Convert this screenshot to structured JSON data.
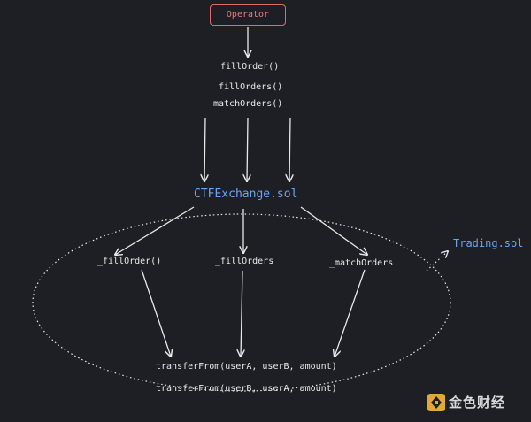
{
  "operator": "Operator",
  "calls": [
    "fillOrder()",
    "fillOrders()",
    "matchOrders()"
  ],
  "contract": "CTFExchange.sol",
  "internal": [
    "_fillOrder()",
    "_fillOrders",
    "_matchOrders"
  ],
  "transfers": [
    "transferFrom(userA, userB, amount)",
    "transferFrom(userB, userA, amount)"
  ],
  "module": "Trading.sol",
  "watermark": {
    "text": "金色财经"
  },
  "colors": {
    "background": "#1e1f24",
    "operator": "#e06a6a",
    "contract": "#6aa6f0",
    "text": "#e9e9e9"
  }
}
